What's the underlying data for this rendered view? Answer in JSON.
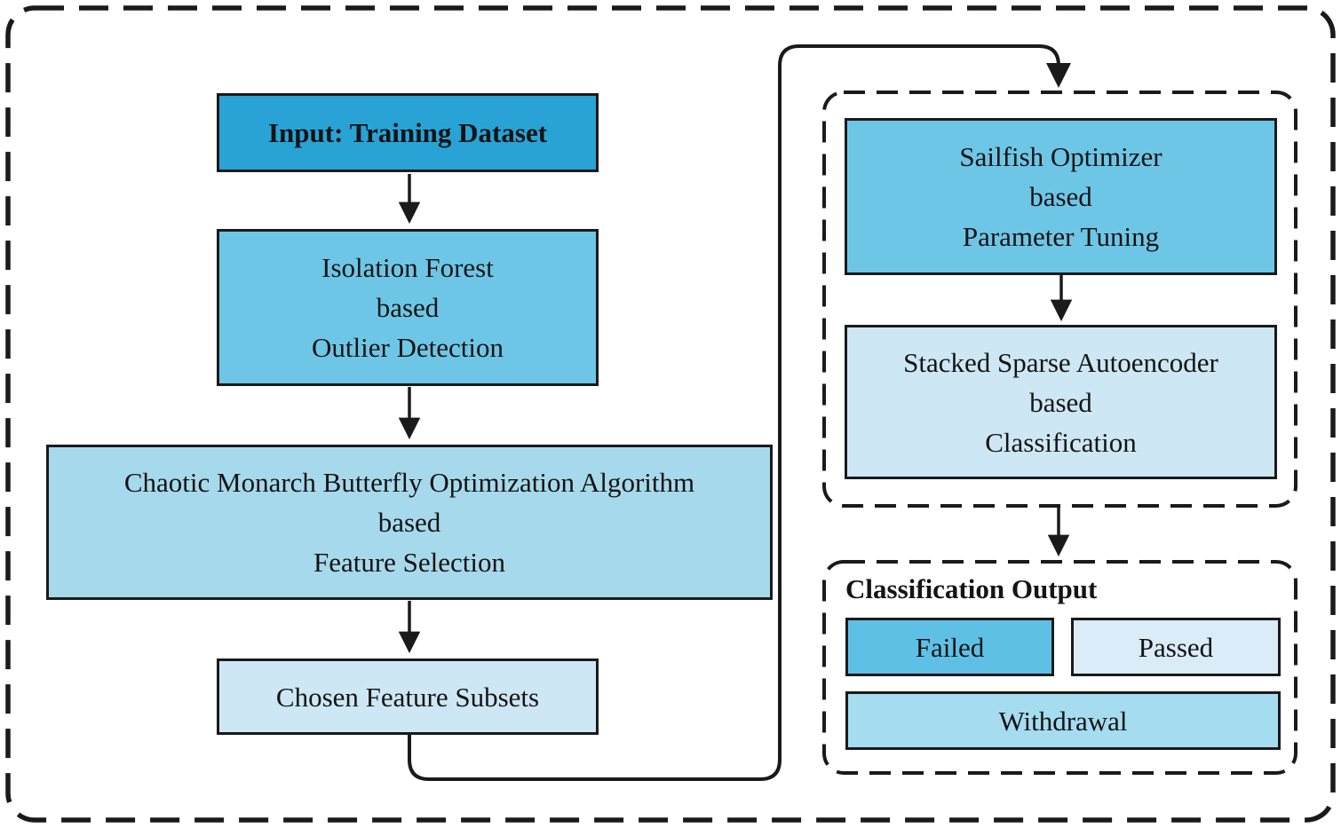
{
  "diagram": {
    "type": "flowchart",
    "left_column": {
      "input_box": {
        "label": "Input: Training Dataset"
      },
      "isolation_box": {
        "line1": "Isolation Forest",
        "line2": "based",
        "line3": "Outlier Detection"
      },
      "chaotic_box": {
        "line1": "Chaotic Monarch Butterfly Optimization Algorithm",
        "line2": "based",
        "line3": "Feature Selection"
      },
      "chosen_box": {
        "label": "Chosen Feature Subsets"
      }
    },
    "right_column": {
      "tuning_box": {
        "line1": "Sailfish Optimizer",
        "line2": "based",
        "line3": "Parameter Tuning"
      },
      "classifier_box": {
        "line1": "Stacked Sparse Autoencoder",
        "line2": "based",
        "line3": "Classification"
      },
      "output_group": {
        "title": "Classification Output",
        "failed_label": "Failed",
        "passed_label": "Passed",
        "withdrawal_label": "Withdrawal"
      }
    },
    "colors": {
      "input_box": "#29a3d6",
      "medium_blue": "#6ec6e6",
      "light_blue": "#a7d9ec",
      "lighter_blue": "#cde7f4",
      "failed": "#5fc0e6",
      "passed": "#d9ecf8",
      "withdrawal": "#a5dcf0",
      "line_color": "#1a1a1a",
      "background": "#ffffff"
    }
  }
}
